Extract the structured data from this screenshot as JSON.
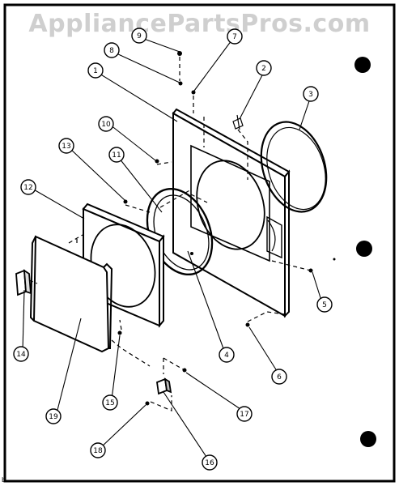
{
  "watermark": "AppliancePartsPros.com",
  "corner_mark": "b",
  "callouts": [
    "1",
    "2",
    "3",
    "4",
    "5",
    "6",
    "7",
    "8",
    "9",
    "10",
    "11",
    "12",
    "13",
    "14",
    "15",
    "16",
    "17",
    "18",
    "19"
  ],
  "colors": {
    "line": "#000000",
    "paper": "#ffffff",
    "watermark": "#cfcfcf"
  }
}
